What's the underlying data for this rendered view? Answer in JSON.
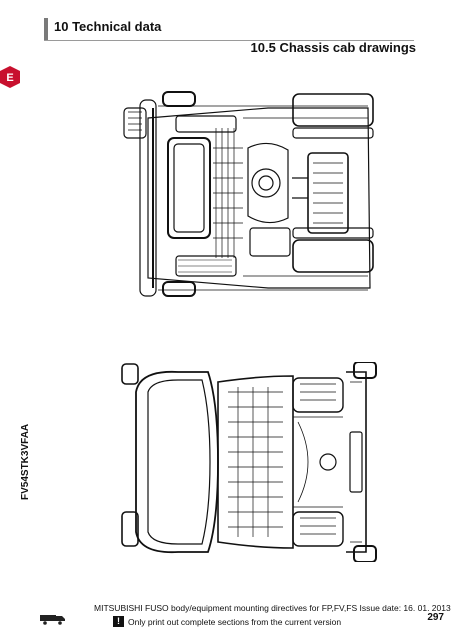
{
  "header": {
    "chapter_title": "10 Technical data",
    "section_title": "10.5 Chassis cab drawings",
    "language_tab": "E"
  },
  "drawing_code": "FV54STK3VFAA",
  "footer": {
    "directive_text": "MITSUBISHI FUSO body/equipment mounting directives for FP,FV,FS  Issue date: 16. 01. 2013",
    "notice_mark": "!",
    "notice_text": "Only print out complete sections from the current version",
    "page_number": "297"
  },
  "colors": {
    "accent": "#c8102e",
    "line": "#111111",
    "rule": "#9a9a9a"
  }
}
